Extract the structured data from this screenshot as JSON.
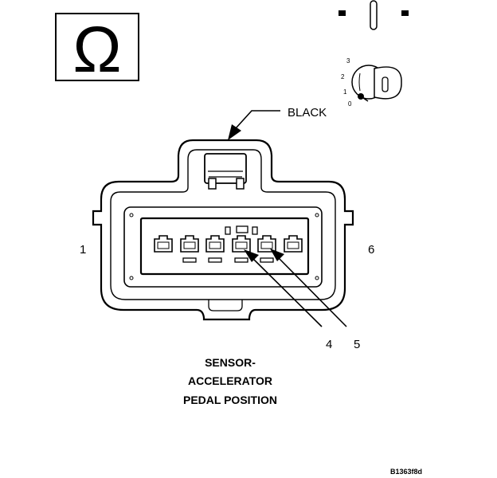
{
  "symbols": {
    "ohm_glyph": "Ω",
    "ohm_icon": "ohmmeter-icon",
    "ignition_icon": "ignition-key-icon",
    "connector_icon": "connector-icon"
  },
  "ignition": {
    "positions": [
      "3",
      "2",
      "1",
      "0"
    ]
  },
  "connector": {
    "color_label": "BLACK",
    "pin_left": "1",
    "pin_right": "6",
    "callout_a": "4",
    "callout_b": "5"
  },
  "caption": {
    "line1": "SENSOR-",
    "line2": "ACCELERATOR",
    "line3": "PEDAL POSITION"
  },
  "figure_id": "B1363f8d"
}
